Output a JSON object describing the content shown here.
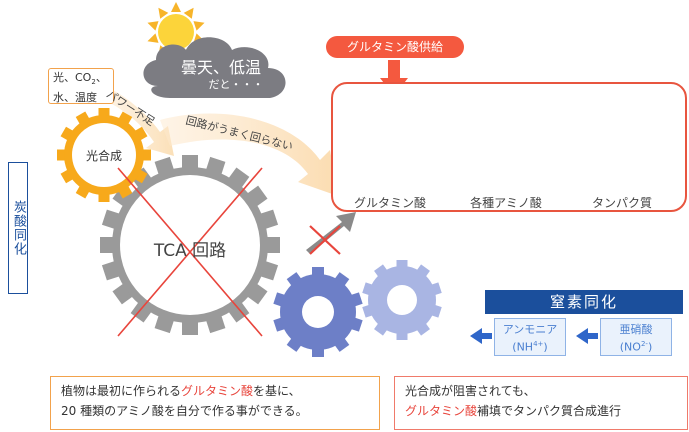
{
  "side_label": "炭酸同化",
  "conditions": {
    "line1": "光、CO",
    "sub": "2",
    "line1_end": "、",
    "line2": "水、温度"
  },
  "cloud": {
    "title": "曇天、低温",
    "subtitle": "だと・・・"
  },
  "gear_small_label": "光合成",
  "power_label": "パワー不足",
  "circuit_label": "回路がうまく回らない",
  "tca_label": "TCA 回路",
  "supply_label": "グルタミン酸供給",
  "panel": {
    "items": [
      {
        "label": "グルタミン酸"
      },
      {
        "label": "各種アミノ酸"
      },
      {
        "label": "タンパク質"
      }
    ]
  },
  "nitrogen": {
    "title": "窒素同化",
    "ammonia": {
      "name": "アンモニア",
      "formula_a": "(NH",
      "formula_sup": "4+",
      "formula_b": ")"
    },
    "nitrite": {
      "name": "亜硝酸",
      "formula_a": "(NO",
      "formula_sup": "2-",
      "formula_b": ")"
    }
  },
  "note_left": {
    "pre": "植物は最初に作られる",
    "highlight": "グルタミン酸",
    "post": "を基に、",
    "line2": "20 種類のアミノ酸を自分で作る事ができる。"
  },
  "note_right": {
    "line1": "光合成が阻害されても、",
    "highlight": "グルタミン酸",
    "post": "補填でタンパク質合成進行"
  },
  "colors": {
    "accent_red": "#e8453c",
    "orange_gear": "#f7a91b",
    "gray_gear": "#9a9a9a",
    "blue_gear": "#6d7fc7",
    "navy": "#1b4f9c"
  }
}
